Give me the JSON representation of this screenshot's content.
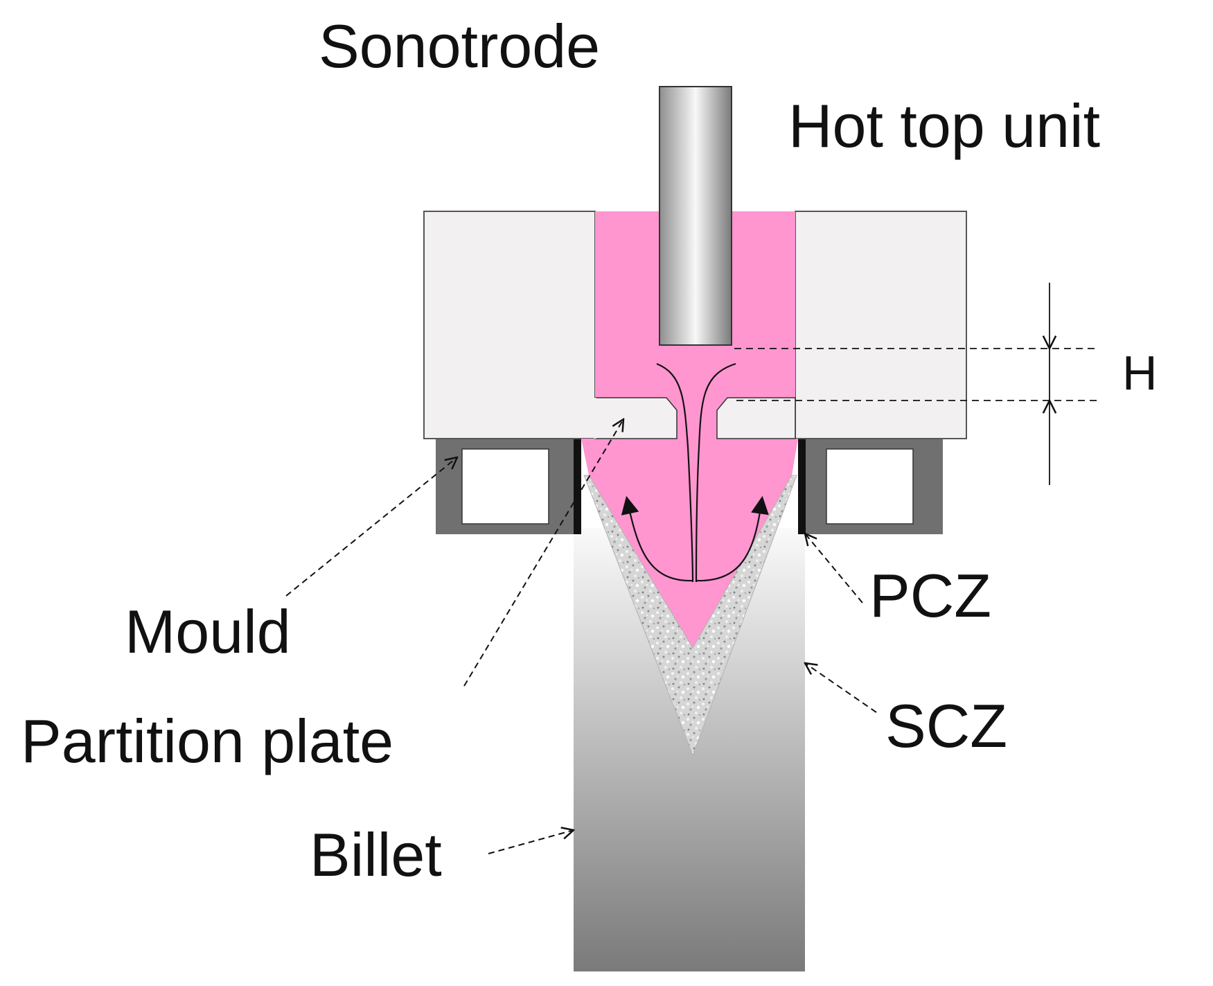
{
  "labels": {
    "sonotrode": "Sonotrode",
    "hot_top_unit": "Hot top unit",
    "h": "H",
    "mould": "Mould",
    "partition_plate": "Partition plate",
    "billet": "Billet",
    "pcz": "PCZ",
    "scz": "SCZ"
  },
  "colors": {
    "melt": "#ff96d0",
    "hot_top": "#f3f0f1",
    "mould": "#707070",
    "outline": "#111111"
  }
}
